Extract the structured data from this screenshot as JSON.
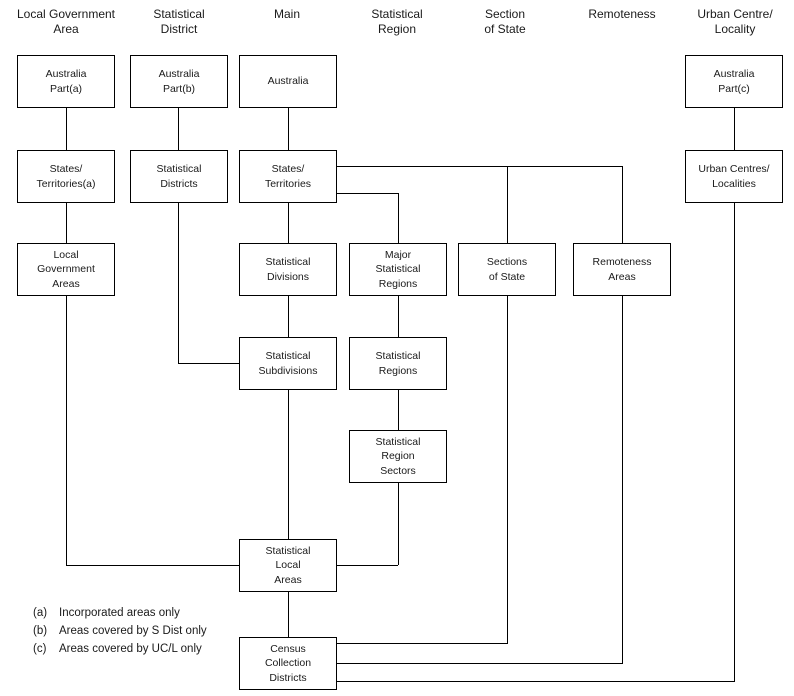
{
  "headers": {
    "lga": "Local Government\nArea",
    "sdist": "Statistical\nDistrict",
    "main": "Main",
    "sregion": "Statistical\nRegion",
    "sos": "Section\nof State",
    "remoteness": "Remoteness",
    "ucl": "Urban Centre/\nLocality"
  },
  "nodes": {
    "australia_part_a": "Australia\nPart(a)",
    "states_territories_a": "States/\nTerritories(a)",
    "local_government_areas": "Local\nGovernment\nAreas",
    "australia_part_b": "Australia\nPart(b)",
    "statistical_districts": "Statistical\nDistricts",
    "australia": "Australia",
    "states_territories": "States/\nTerritories",
    "statistical_divisions": "Statistical\nDivisions",
    "statistical_subdivisions": "Statistical\nSubdivisions",
    "statistical_local_areas": "Statistical\nLocal\nAreas",
    "census_collection_districts": "Census\nCollection\nDistricts",
    "major_statistical_regions": "Major\nStatistical\nRegions",
    "statistical_regions": "Statistical\nRegions",
    "statistical_region_sectors": "Statistical\nRegion\nSectors",
    "sections_of_state": "Sections\nof State",
    "remoteness_areas": "Remoteness\nAreas",
    "australia_part_c": "Australia\nPart(c)",
    "urban_centres_localities": "Urban Centres/\nLocalities"
  },
  "footnotes": [
    {
      "marker": "(a)",
      "text": "Incorporated areas only"
    },
    {
      "marker": "(b)",
      "text": "Areas covered by S Dist only"
    },
    {
      "marker": "(c)",
      "text": "Areas covered by UC/L only"
    }
  ],
  "colors": {
    "line": "#000000",
    "text": "#1a1a1a",
    "background": "#ffffff"
  }
}
